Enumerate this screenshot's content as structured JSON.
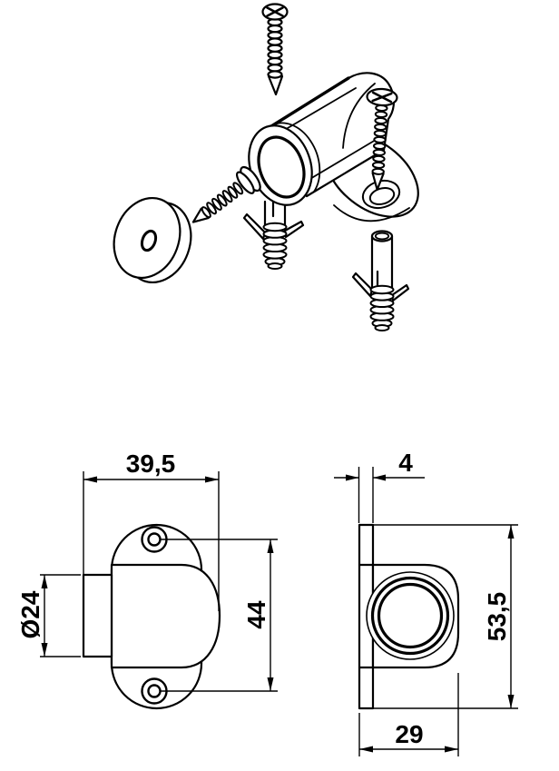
{
  "drawing": {
    "left_view": {
      "width_label": "39,5",
      "height_label": "44",
      "diameter_label": "Ø24"
    },
    "right_view": {
      "thickness_label": "4",
      "height_label": "53,5",
      "width_label": "29"
    }
  },
  "colors": {
    "line": "#000000",
    "background": "#ffffff"
  }
}
